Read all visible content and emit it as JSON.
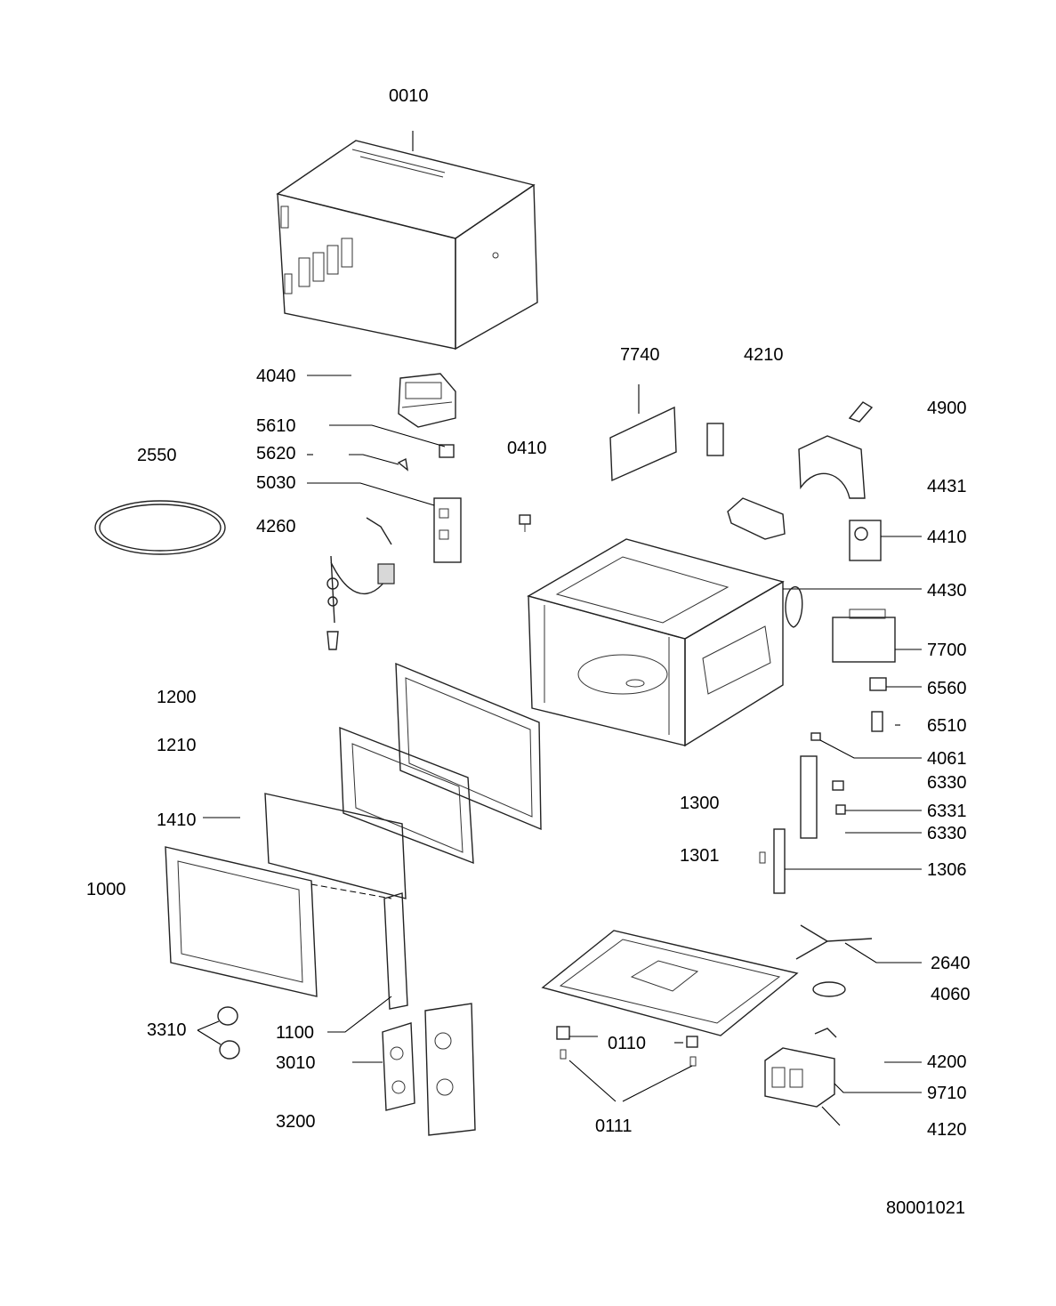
{
  "drawing_number": "80001021",
  "parts": {
    "p0010": "0010",
    "p4040": "4040",
    "p7740": "7740",
    "p4210": "4210",
    "p4900": "4900",
    "p5610": "5610",
    "p5620": "5620",
    "p0410": "0410",
    "p2550": "2550",
    "p5030": "5030",
    "p4431": "4431",
    "p4260": "4260",
    "p4410": "4410",
    "p4430": "4430",
    "p7700": "7700",
    "p6560": "6560",
    "p1200": "1200",
    "p6510": "6510",
    "p1210": "1210",
    "p4061": "4061",
    "p6330a": "6330",
    "p1300": "1300",
    "p1410": "1410",
    "p6331": "6331",
    "p6330b": "6330",
    "p1301": "1301",
    "p1306": "1306",
    "p1000": "1000",
    "p2640": "2640",
    "p4060": "4060",
    "p3310": "3310",
    "p1100": "1100",
    "p0110": "0110",
    "p4200": "4200",
    "p3010": "3010",
    "p9710": "9710",
    "p3200": "3200",
    "p0111": "0111",
    "p4120": "4120"
  }
}
